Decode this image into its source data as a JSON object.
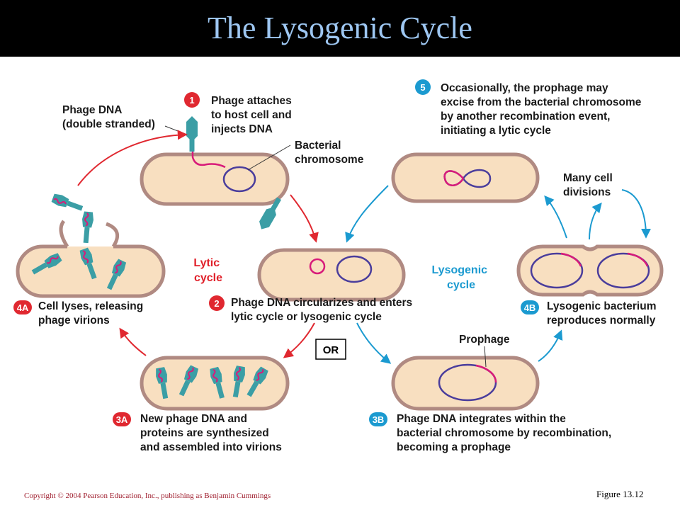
{
  "title": "The Lysogenic Cycle",
  "labels": {
    "phage_dna": [
      "Phage DNA",
      "(double stranded)"
    ],
    "bacterial_chromosome": [
      "Bacterial",
      "chromosome"
    ],
    "lytic_cycle": [
      "Lytic",
      "cycle"
    ],
    "lysogenic_cycle": [
      "Lysogenic",
      "cycle"
    ],
    "many_cell_divisions": [
      "Many cell",
      "divisions"
    ],
    "prophage": "Prophage",
    "or": "OR"
  },
  "steps": [
    {
      "badge": "1",
      "lines": [
        "Phage attaches",
        "to host cell and",
        "injects DNA"
      ]
    },
    {
      "badge": "2",
      "lines": [
        "Phage DNA circularizes and enters",
        "lytic cycle or lysogenic cycle"
      ]
    },
    {
      "badge": "3A",
      "lines": [
        "New phage DNA and",
        "proteins are synthesized",
        "and assembled into virions"
      ]
    },
    {
      "badge": "4A",
      "lines": [
        "Cell lyses, releasing",
        "phage virions"
      ]
    },
    {
      "badge": "3B",
      "lines": [
        "Phage DNA integrates within the",
        "bacterial chromosome by recombination,",
        "becoming a prophage"
      ]
    },
    {
      "badge": "4B",
      "lines": [
        "Lysogenic bacterium",
        "reproduces normally"
      ]
    },
    {
      "badge": "5",
      "lines": [
        "Occasionally, the prophage may",
        "excise from the bacterial chromosome",
        "by another recombination event,",
        "initiating a lytic cycle"
      ]
    }
  ],
  "footer": {
    "copyright": "Copyright © 2004 Pearson Education, Inc., publishing as Benjamin Cummings",
    "figure": "Figure 13.12"
  },
  "colors": {
    "cell_fill": "#f8dfc0",
    "cell_stroke": "#b08a82",
    "chromosome": "#4a3d9c",
    "phage_dna": "#d81b7a",
    "phage": "#3b9ea5",
    "lytic_arrow": "#e02830",
    "lysogenic_arrow": "#1b9ad0",
    "badge_red": "#e02830",
    "badge_blue": "#1b9ad0"
  }
}
